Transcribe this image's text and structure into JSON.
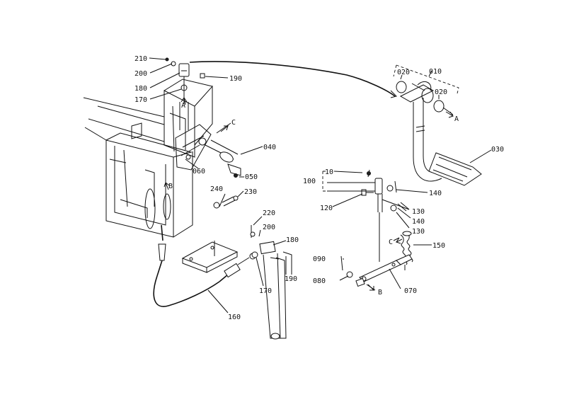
{
  "labels": {
    "l210": "210",
    "l200a": "200",
    "l180a": "180",
    "l170a": "170",
    "l190a": "190",
    "lCa": "C",
    "lAa": "A",
    "l040": "040",
    "l060": "060",
    "l050": "050",
    "l240": "240",
    "l230": "230",
    "lBa": "B",
    "l220": "220",
    "l200b": "200",
    "l180b": "180",
    "l170b": "170",
    "l190b": "190",
    "l160": "160",
    "l010": "010",
    "l020a": "020",
    "l020b": "020",
    "lAb": "A",
    "l030": "030",
    "l100": "100",
    "l10": "10",
    "l140a": "140",
    "l120": "120",
    "l130a": "130",
    "l140b": "140",
    "l130b": "130",
    "lCb": "C",
    "l150": "150",
    "l090": "090",
    "l080": "080",
    "lBb": "B",
    "l070": "070"
  },
  "colors": {
    "ink": "#111111",
    "paper": "#ffffff"
  }
}
